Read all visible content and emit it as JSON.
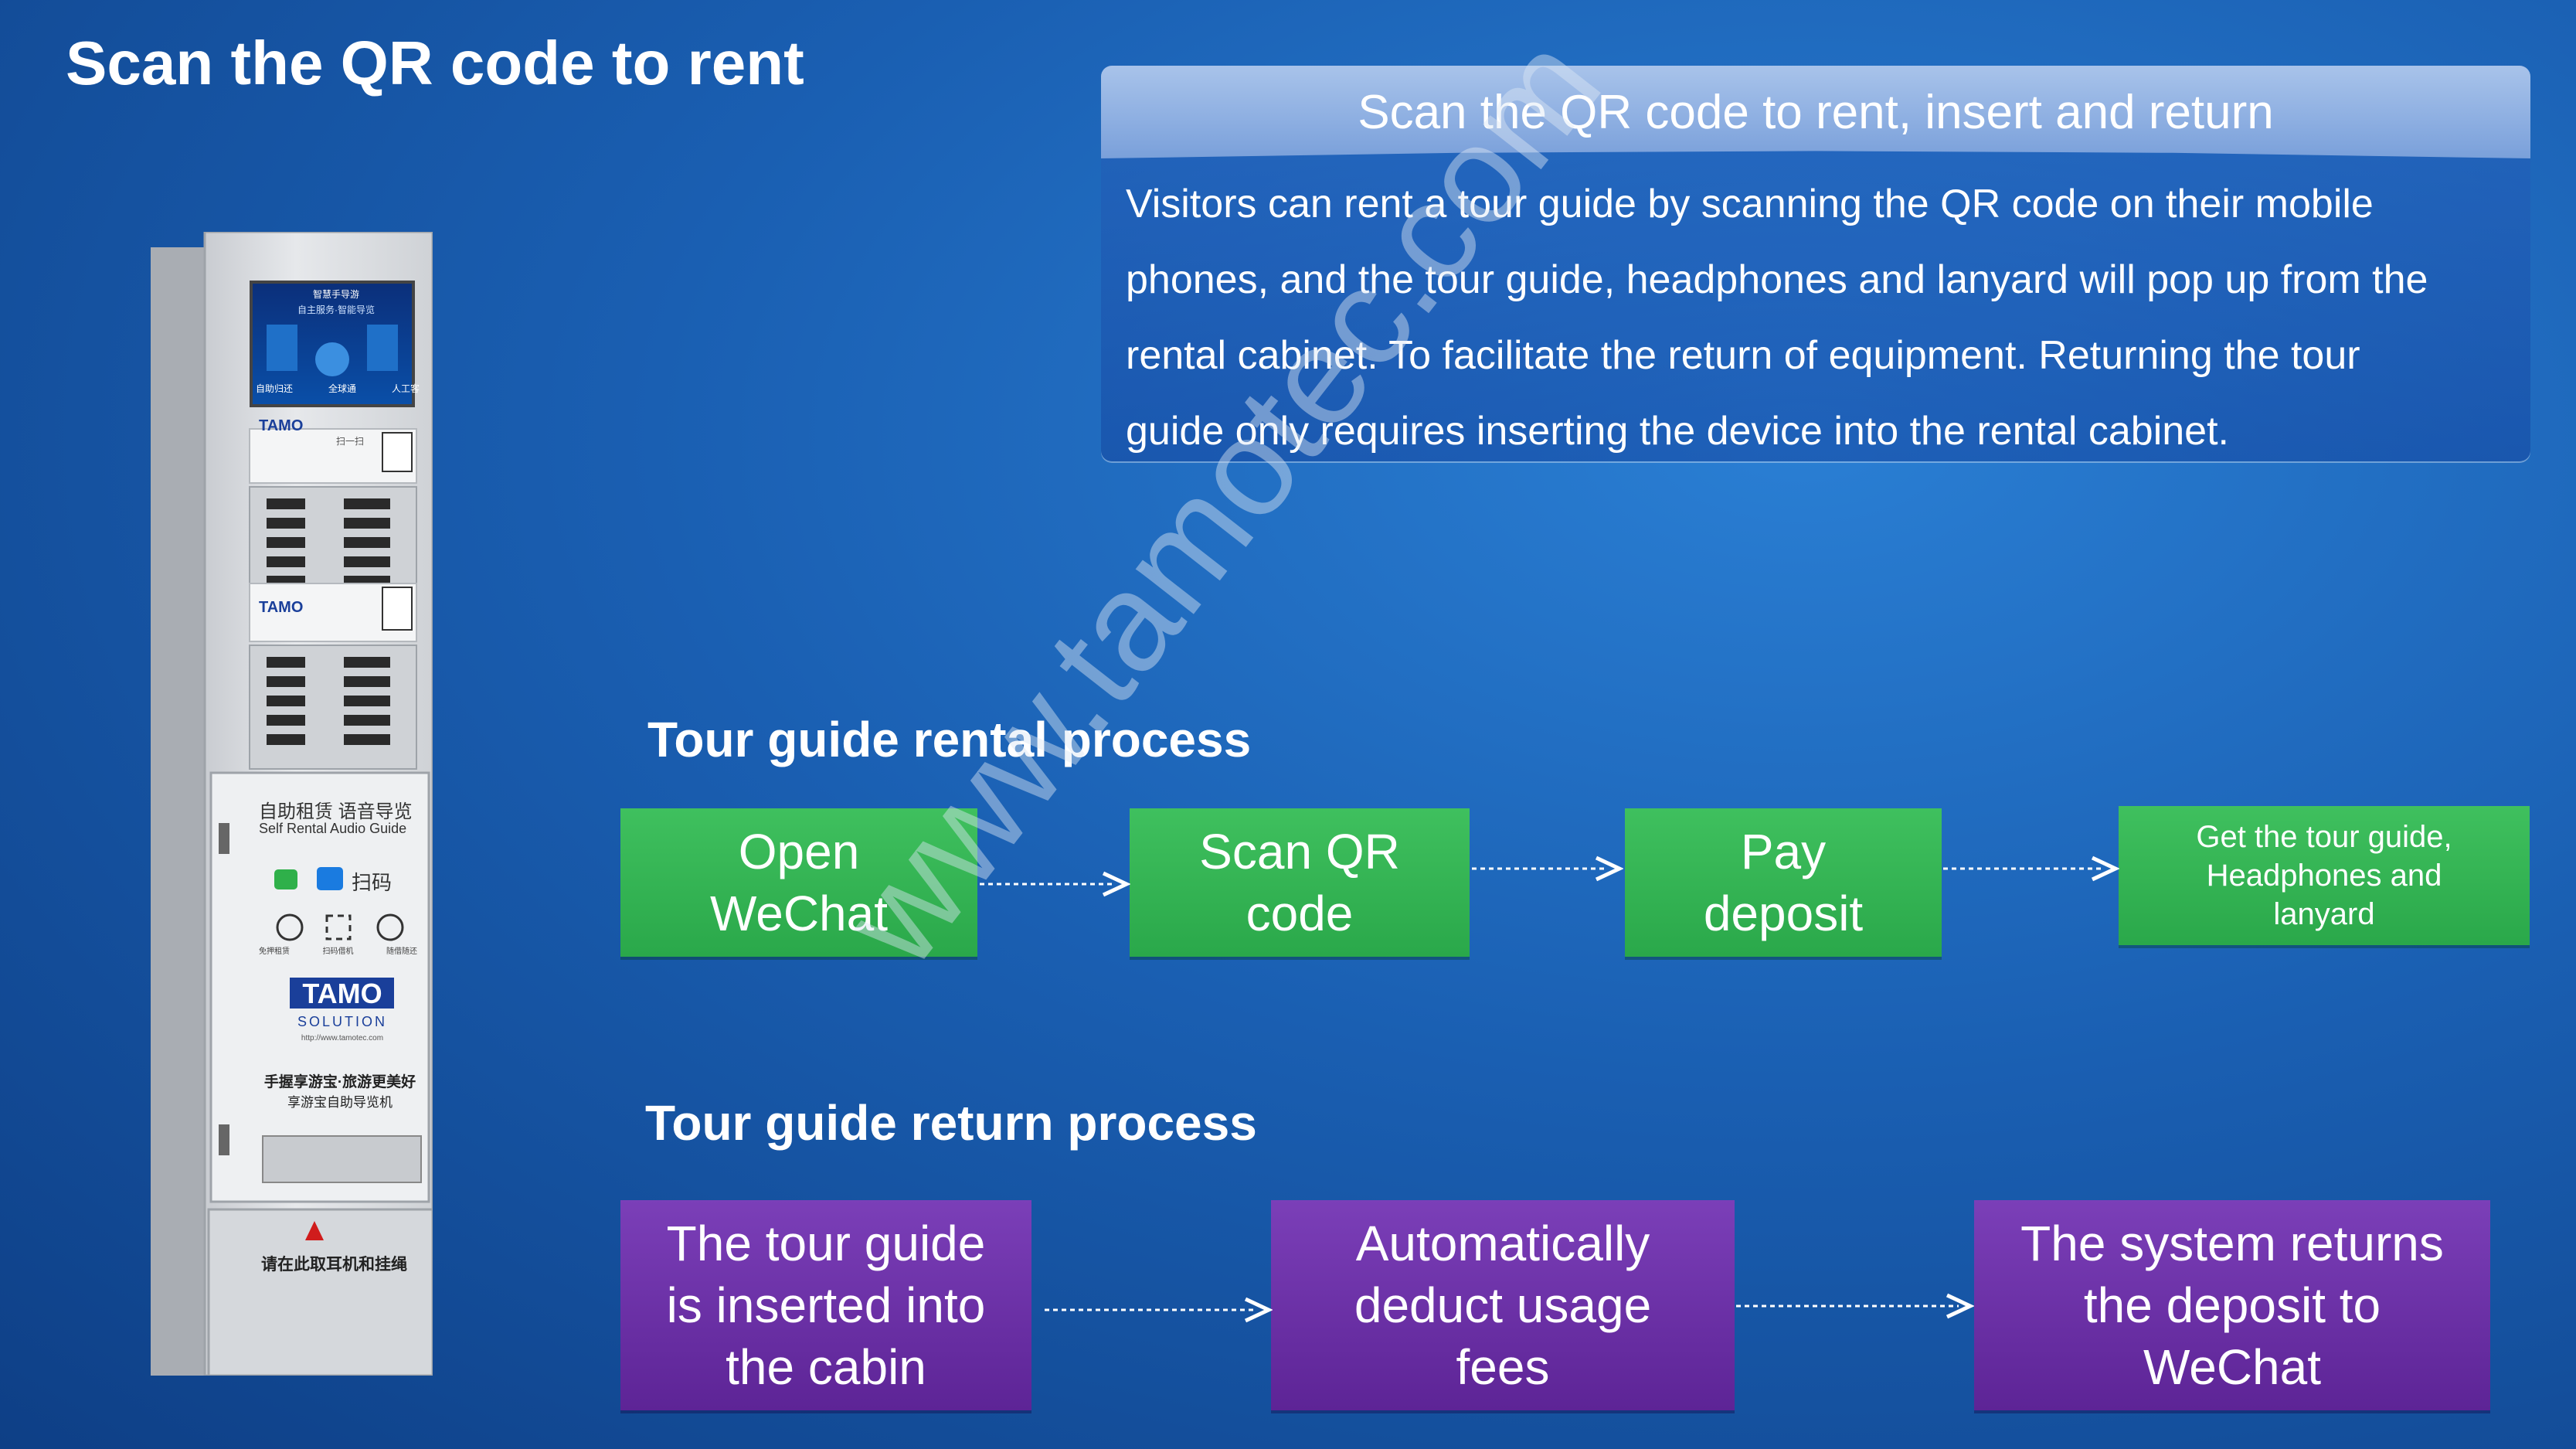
{
  "page": {
    "title": "Scan the QR code to rent",
    "watermark": "www.tamotec.com"
  },
  "info": {
    "header": "Scan the QR code to rent, insert and return",
    "lines": [
      "Visitors can rent a tour guide by scanning the QR code on their mobile",
      "phones, and the tour guide, headphones and lanyard will pop up from the",
      "rental cabinet. To facilitate the return of equipment. Returning the tour",
      "guide only requires inserting the device into the rental cabinet."
    ]
  },
  "rental": {
    "title": "Tour guide rental process",
    "steps": [
      {
        "line1": "Open",
        "line2": "WeChat"
      },
      {
        "line1": "Scan QR",
        "line2": "code"
      },
      {
        "line1": "Pay",
        "line2": "deposit"
      },
      {
        "line1": "Get the tour guide,",
        "line2": "Headphones and",
        "line3": "lanyard"
      }
    ]
  },
  "return": {
    "title": "Tour guide return process",
    "steps": [
      {
        "line1": "The tour guide",
        "line2": "is inserted into",
        "line3": "the cabin"
      },
      {
        "line1": "Automatically",
        "line2": "deduct usage",
        "line3": "fees"
      },
      {
        "line1": "The system returns",
        "line2": "the deposit to",
        "line3": "WeChat"
      }
    ]
  },
  "kiosk": {
    "screen_title": "智慧手导游",
    "screen_subtitle": "自主服务·智能导览",
    "screen_labels": [
      "自助归还",
      "全球通",
      "人工客"
    ],
    "brand": "TAMO",
    "brand_sub": "SOLUTION",
    "panel_title": "自助租赁 语音导览",
    "panel_title_en": "Self Rental  Audio Guide",
    "scan_label": "扫码",
    "icon_labels": [
      "免押租赁",
      "扫码借机",
      "随借随还"
    ],
    "website": "http://www.tamotec.com",
    "slogan1": "手握享游宝·旅游更美好",
    "slogan2": "享游宝自助导览机",
    "base_label": "请在此取耳机和挂绳",
    "qr_label": "扫一扫"
  },
  "colors": {
    "background": "#1a5fb2",
    "green_step": "#2aa84a",
    "purple_step": "#5d2496",
    "info_header": "#8fb0e2"
  }
}
